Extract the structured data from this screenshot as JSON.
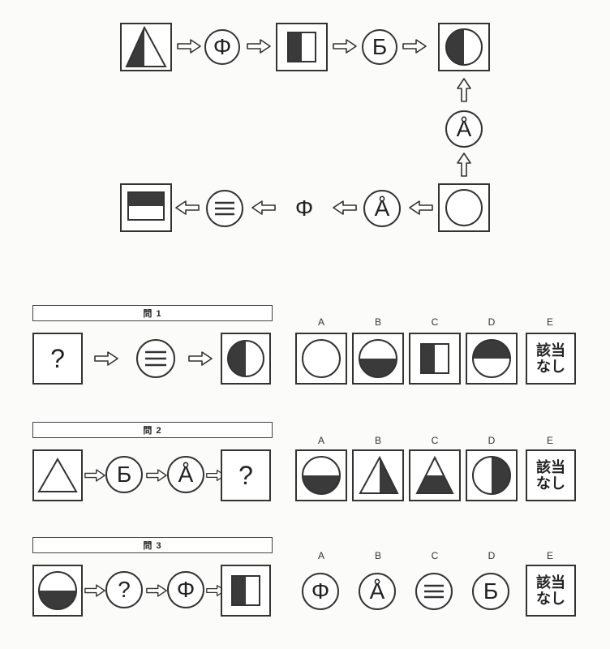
{
  "symbols": {
    "phi": "Φ",
    "be": "Б",
    "a_ring": "Å",
    "question": "?"
  },
  "problems": [
    {
      "label": "問 1"
    },
    {
      "label": "問 2"
    },
    {
      "label": "問 3"
    }
  ],
  "options": {
    "letters": [
      "A",
      "B",
      "C",
      "D",
      "E"
    ],
    "none_line1": "該当",
    "none_line2": "なし"
  },
  "icons": [
    "arrow-right-icon",
    "arrow-left-icon",
    "arrow-up-icon",
    "triple-line-icon"
  ],
  "colors": {
    "fill": "#3a3a3a",
    "stroke": "#333333"
  }
}
